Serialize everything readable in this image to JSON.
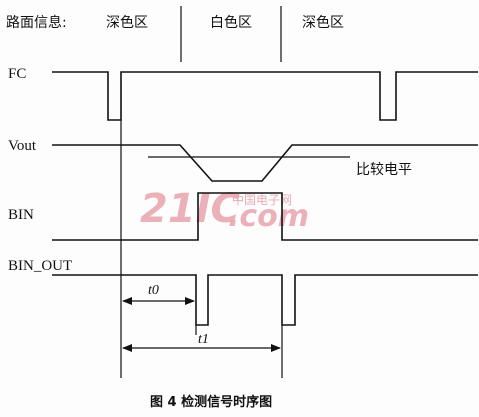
{
  "header": {
    "road_info_label": "路面信息:",
    "zone_dark_1": "深色区",
    "zone_white": "白色区",
    "zone_dark_2": "深色区"
  },
  "signals": {
    "fc": "FC",
    "vout": "Vout",
    "bin": "BIN",
    "bin_out": "BIN_OUT"
  },
  "annotations": {
    "compare_level": "比较电平",
    "t0": "t0",
    "t1": "t1"
  },
  "watermark": {
    "main": "21IC",
    "sub": ".com",
    "cn": "中国电子网"
  },
  "caption": "图 4  检测信号时序图"
}
